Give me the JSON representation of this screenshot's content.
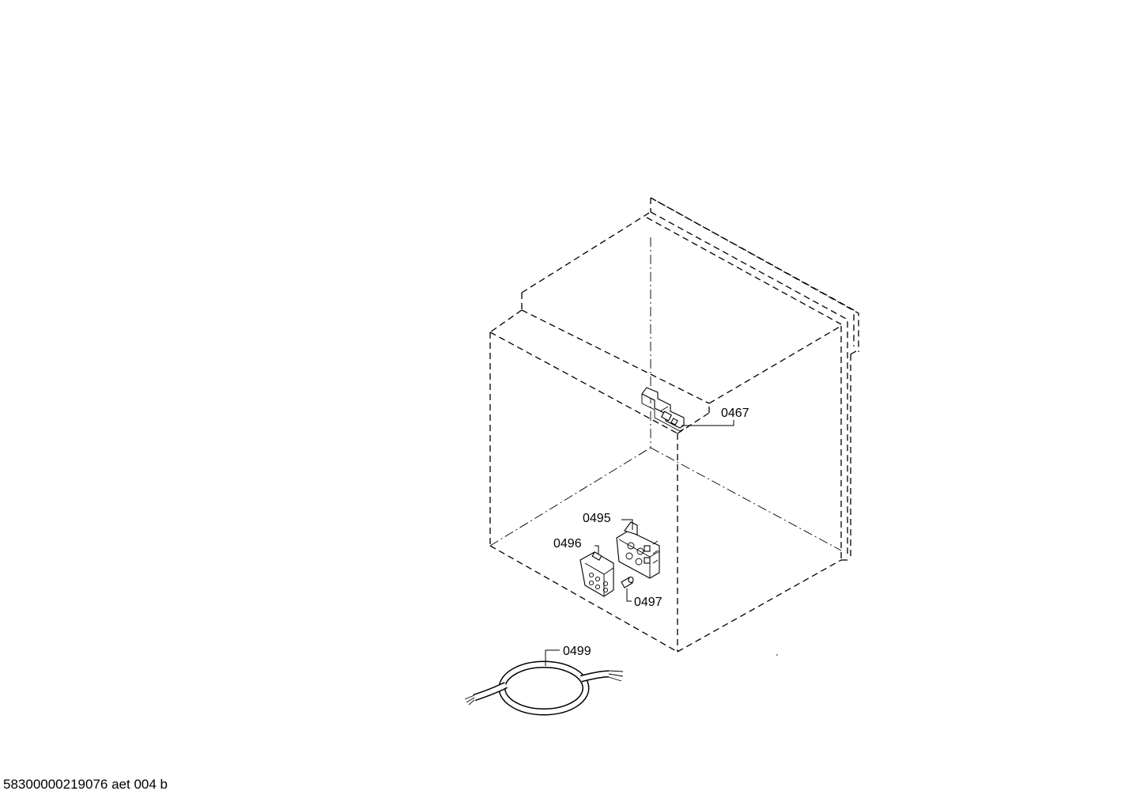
{
  "callouts": {
    "p0467": "0467",
    "p0495": "0495",
    "p0496": "0496",
    "p0497": "0497",
    "p0499": "0499"
  },
  "footer": {
    "doc_id": "58300000219076 aet 004 b"
  }
}
